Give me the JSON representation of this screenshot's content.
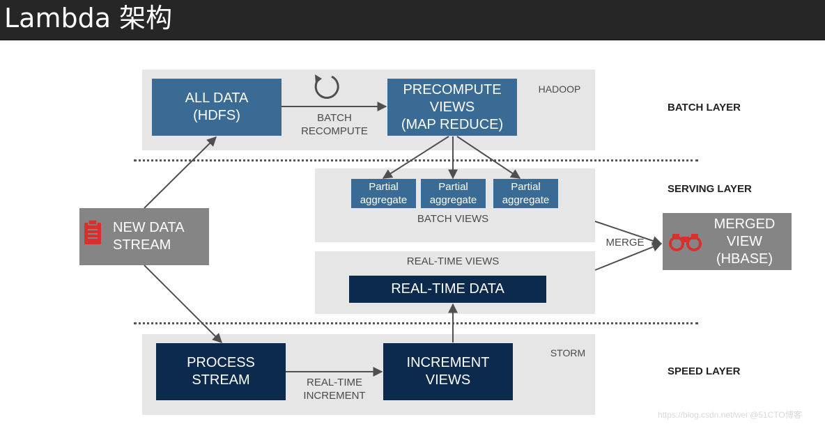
{
  "title": "Lambda 架构",
  "layers": {
    "batch": "BATCH LAYER",
    "serving": "SERVING LAYER",
    "speed": "SPEED LAYER"
  },
  "tech": {
    "hadoop": "HADOOP",
    "storm": "STORM"
  },
  "boxes": {
    "all_data": "ALL DATA\n(HDFS)",
    "precompute": "PRECOMPUTE\nVIEWS\n(MAP REDUCE)",
    "partial_1": "Partial\naggregate",
    "partial_2": "Partial\naggregate",
    "partial_3": "Partial\naggregate",
    "new_data_stream": "NEW DATA\nSTREAM",
    "merged_view": "MERGED\nVIEW\n(HBASE)",
    "realtime_data": "REAL-TIME DATA",
    "process_stream": "PROCESS\nSTREAM",
    "increment_views": "INCREMENT\nVIEWS"
  },
  "labels": {
    "batch_recompute": "BATCH\nRECOMPUTE",
    "batch_views": "BATCH VIEWS",
    "realtime_views": "REAL-TIME VIEWS",
    "merge": "MERGE",
    "realtime_increment": "REAL-TIME\nINCREMENT"
  },
  "watermark": "https://blog.csdn.net/wei @51CTO博客",
  "colors": {
    "light_blue": "#3a6b95",
    "navy": "#0c2a4e",
    "grey_box": "#858585",
    "panel": "#e6e6e6",
    "accent_red": "#d9302e"
  },
  "icons": {
    "refresh": "refresh-cycle-icon",
    "clipboard": "clipboard-icon",
    "binoculars": "binoculars-icon"
  }
}
